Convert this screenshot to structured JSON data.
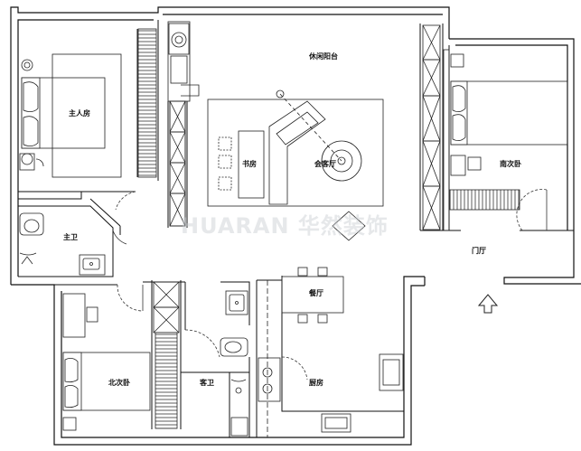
{
  "rooms": {
    "leisure_balcony": "休闲阳台",
    "master_bedroom": "主人房",
    "study": "书房",
    "living_room": "会客厅",
    "south_bedroom": "南次卧",
    "master_bath": "主卫",
    "foyer": "门厅",
    "dining_room": "餐厅",
    "north_bedroom": "北次卧",
    "guest_bath": "客卫",
    "kitchen": "厨房"
  },
  "watermark": "HUARAN 华然装饰",
  "colors": {
    "wall": "#111111",
    "line": "#222222",
    "watermark": "#c9cdd2"
  },
  "icons": {
    "entrance": "up-arrow-icon"
  }
}
